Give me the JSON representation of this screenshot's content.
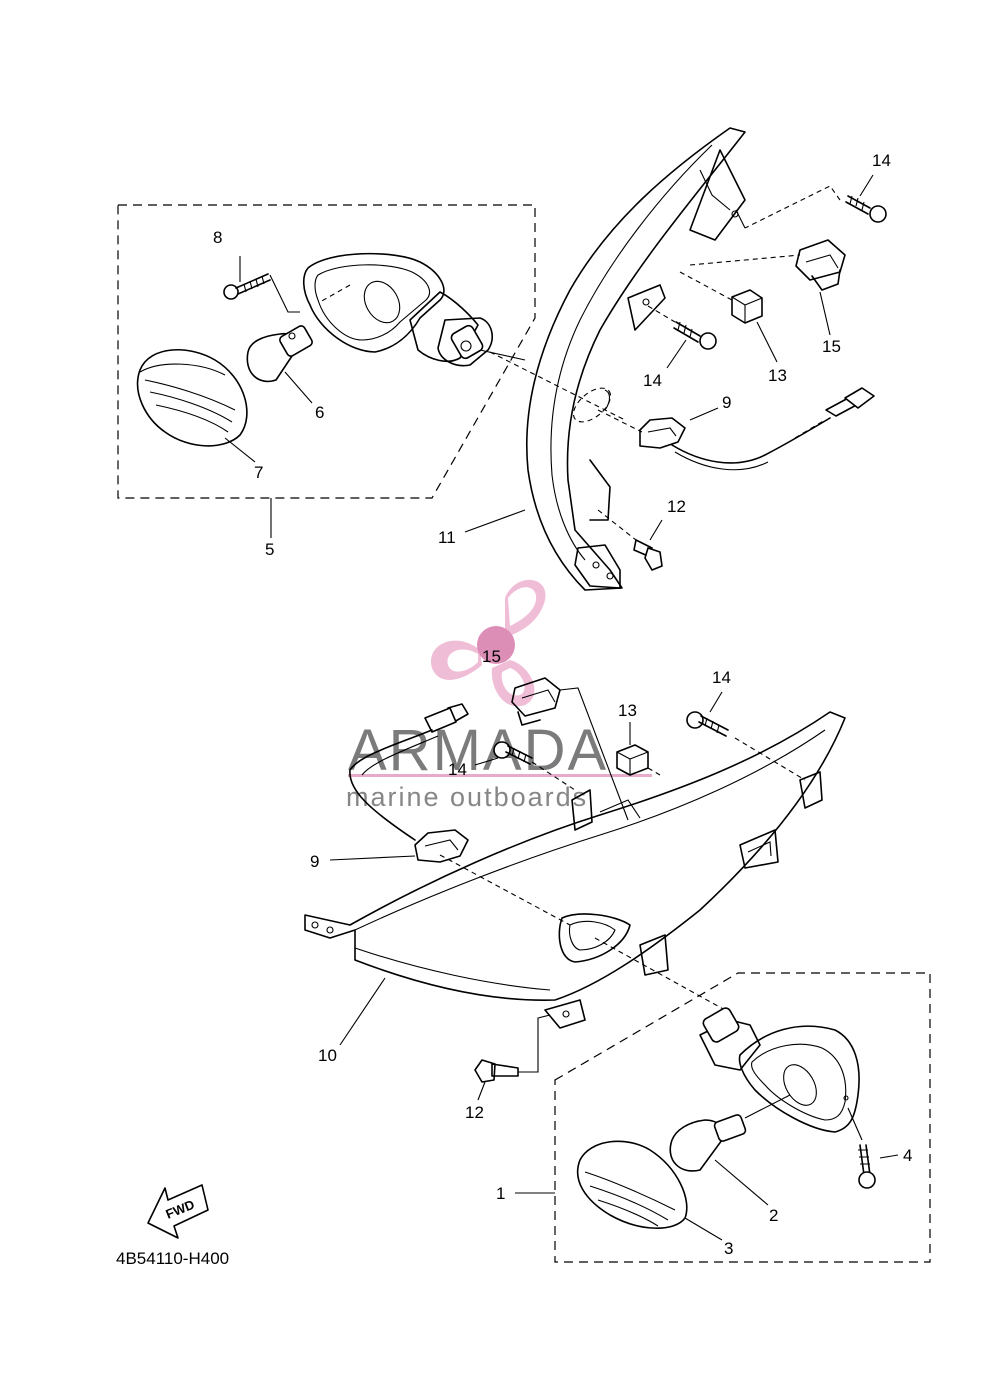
{
  "callouts": {
    "c1": "1",
    "c2": "2",
    "c3": "3",
    "c4": "4",
    "c5": "5",
    "c6": "6",
    "c7": "7",
    "c8": "8",
    "c9a": "9",
    "c9b": "9",
    "c10": "10",
    "c11": "11",
    "c12a": "12",
    "c12b": "12",
    "c13a": "13",
    "c13b": "13",
    "c14a": "14",
    "c14b": "14",
    "c14c": "14",
    "c14d": "14",
    "c15a": "15",
    "c15b": "15"
  },
  "diagram_code": "4B54110-H400",
  "fwd_label": "FWD",
  "watermark": {
    "title": "ARMADA",
    "subtitle": "marine outboards",
    "colors": {
      "logo": "#e9a6c8",
      "logo_dark": "#d982b0",
      "text": "#6d6d6d"
    }
  },
  "icons": [
    "propeller-logo-icon",
    "fwd-arrow-icon"
  ]
}
